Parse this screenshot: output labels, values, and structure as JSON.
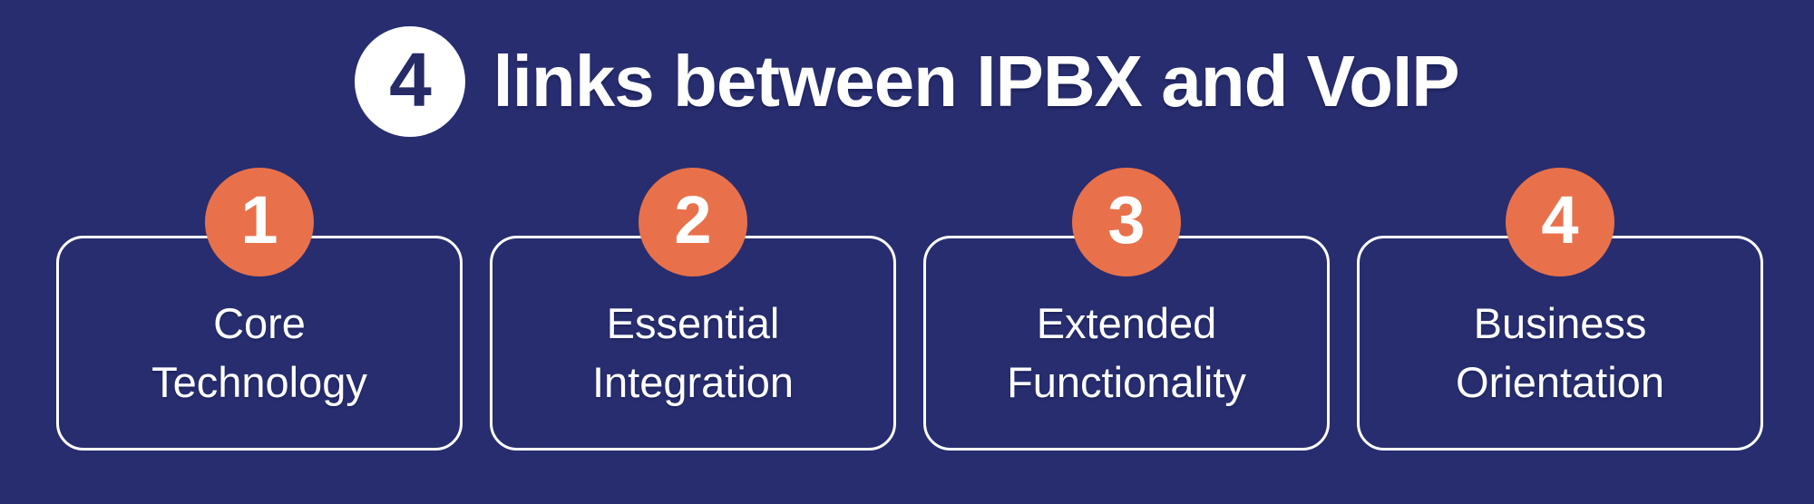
{
  "colors": {
    "background": "#282d6f",
    "accent_orange": "#e8714b",
    "text_white": "#ffffff"
  },
  "header": {
    "count_badge": "4",
    "title": "links between IPBX and VoIP"
  },
  "cards": [
    {
      "number": "1",
      "label": "Core Technology",
      "lines": [
        "Core",
        "Technology"
      ]
    },
    {
      "number": "2",
      "label": "Essential Integration",
      "lines": [
        "Essential",
        "Integration"
      ]
    },
    {
      "number": "3",
      "label": "Extended Functionality",
      "lines": [
        "Extended",
        "Functionality"
      ]
    },
    {
      "number": "4",
      "label": "Business Orientation",
      "lines": [
        "Business",
        "Orientation"
      ]
    }
  ]
}
